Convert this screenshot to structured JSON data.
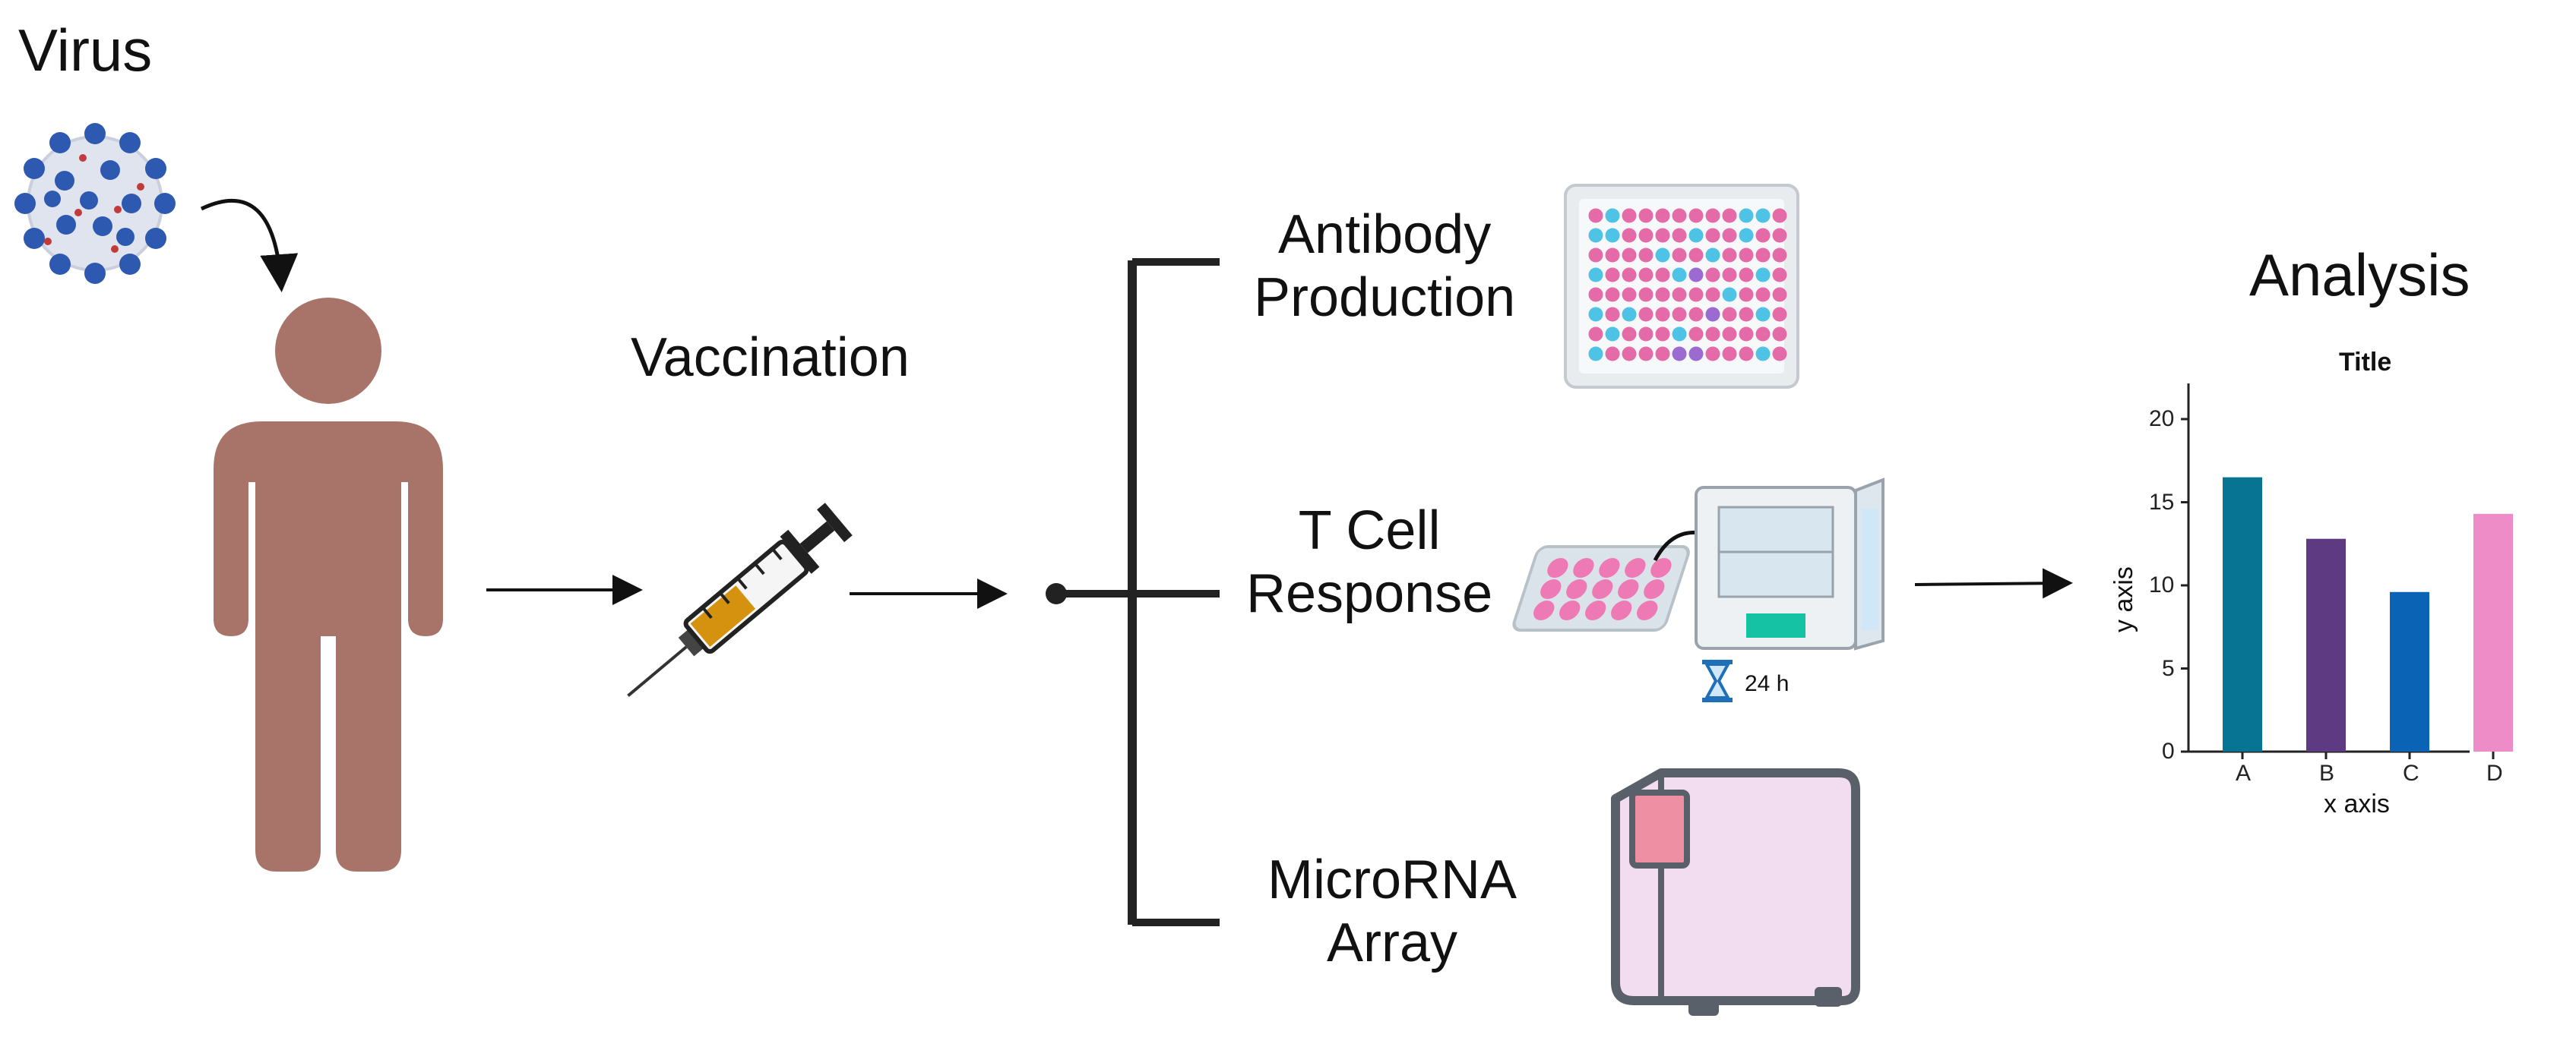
{
  "labels": {
    "virus": "Virus",
    "vaccination": "Vaccination",
    "antibody_line1": "Antibody",
    "antibody_line2": "Production",
    "tcell_line1": "T Cell",
    "tcell_line2": "Response",
    "microrna_line1": "MicroRNA",
    "microrna_line2": "Array",
    "analysis": "Analysis",
    "timer": "24 h"
  },
  "icons": [
    "virus-icon",
    "person-icon",
    "syringe-icon",
    "well-plate-icon",
    "incubator-icon",
    "hourglass-icon",
    "microarray-scanner-icon"
  ],
  "colors": {
    "person": "#a8746a",
    "plate_pink": "#e56ba8",
    "plate_blue": "#4fc3e6",
    "plate_purple": "#9b6bd1",
    "syringe_fluid": "#d4920e"
  },
  "chart_data": {
    "type": "bar",
    "title": "Title",
    "xlabel": "x axis",
    "ylabel": "y axis",
    "categories": [
      "A",
      "B",
      "C",
      "D"
    ],
    "values": [
      16.5,
      12.8,
      9.6,
      14.3
    ],
    "colors": [
      "#087494",
      "#5e3a82",
      "#0a63b5",
      "#ee8cc7"
    ],
    "ylim": [
      0,
      20
    ],
    "yticks": [
      0,
      5,
      10,
      15,
      20
    ],
    "grid": false
  }
}
